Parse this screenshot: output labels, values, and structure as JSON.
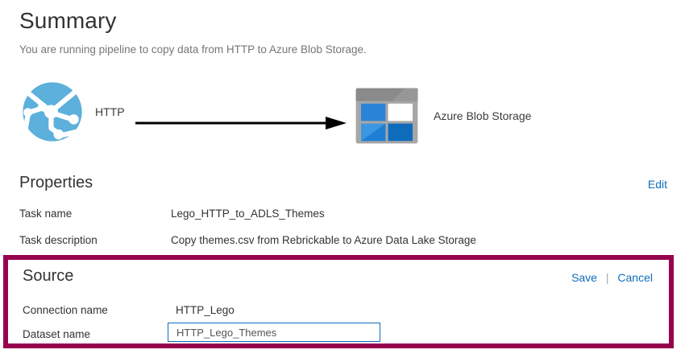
{
  "page": {
    "title": "Summary",
    "subtitle": "You are running pipeline to copy data from HTTP to Azure Blob Storage."
  },
  "flow": {
    "source": {
      "icon": "http-globe-icon",
      "label": "HTTP"
    },
    "arrow": "arrow-right-icon",
    "sink": {
      "icon": "azure-blob-storage-icon",
      "label": "Azure Blob Storage"
    }
  },
  "properties": {
    "heading": "Properties",
    "edit_label": "Edit",
    "rows": [
      {
        "label": "Task name",
        "value": "Lego_HTTP_to_ADLS_Themes"
      },
      {
        "label": "Task description",
        "value": "Copy themes.csv from Rebrickable to Azure Data Lake Storage"
      }
    ]
  },
  "source": {
    "heading": "Source",
    "save_label": "Save",
    "separator": "|",
    "cancel_label": "Cancel",
    "connection_label": "Connection name",
    "connection_value": "HTTP_Lego",
    "dataset_label": "Dataset name",
    "dataset_value": "HTTP_Lego_Themes",
    "dataset_placeholder": "HTTP_Lego_Themes"
  },
  "colors": {
    "highlight_border": "#97024f",
    "link_blue": "#0f6cbd",
    "input_border": "#0f6cbd",
    "globe_blue": "#5cb0db",
    "blob_gray": "#a6a6a6",
    "blob_blue": "#1f7fd4"
  }
}
